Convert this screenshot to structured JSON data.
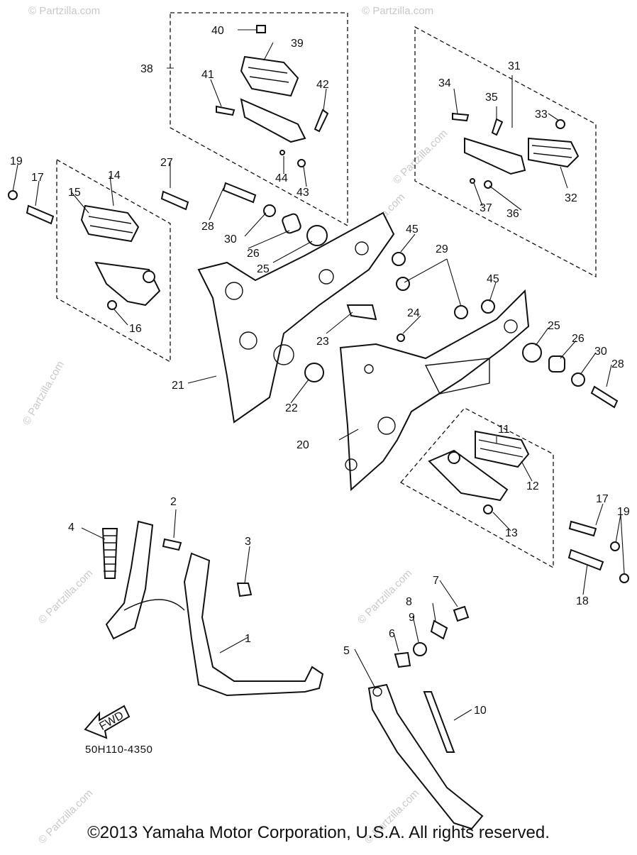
{
  "diagram": {
    "part_code": "50H110-4350",
    "copyright": "©2013 Yamaha Motor Corporation, U.S.A. All rights reserved.",
    "watermark": "© Partzilla.com",
    "fwd_arrow_label": "FWD",
    "callouts": [
      "1",
      "2",
      "3",
      "4",
      "5",
      "6",
      "7",
      "8",
      "9",
      "10",
      "11",
      "12",
      "13",
      "14",
      "15",
      "16",
      "17",
      "18",
      "19",
      "20",
      "21",
      "22",
      "23",
      "24",
      "25",
      "26",
      "27",
      "28",
      "29",
      "30",
      "31",
      "32",
      "33",
      "34",
      "35",
      "36",
      "37",
      "38",
      "39",
      "40",
      "41",
      "42",
      "43",
      "44",
      "45"
    ]
  }
}
